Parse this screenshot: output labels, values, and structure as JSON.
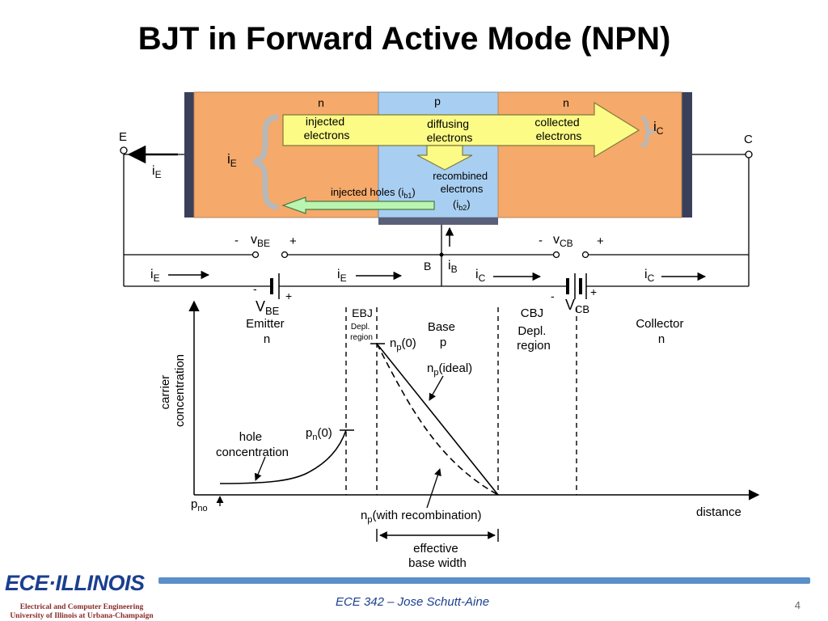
{
  "slide": {
    "title": "BJT in Forward Active Mode (NPN)",
    "footer_course": "ECE 342 – Jose Schutt-Aine",
    "page_number": "4"
  },
  "logo": {
    "main": "ECE·ILLINOIS",
    "line1": "Electrical and Computer Engineering",
    "line2": "University of Illinois at Urbana-Champaign"
  },
  "device": {
    "region_left": "n",
    "region_middle": "p",
    "region_right": "n",
    "injected_electrons_1": "injected",
    "injected_electrons_2": "electrons",
    "diffusing_1": "diffusing",
    "diffusing_2": "electrons",
    "collected_1": "collected",
    "collected_2": "electrons",
    "recombined_1": "recombined",
    "recombined_2": "electrons",
    "ib2_label": "(i",
    "ib2_sub": "b2",
    "ib2_close": ")",
    "injected_holes": "injected holes (i",
    "ib1_sub": "b1",
    "ib1_close": ")",
    "iE_main": "i",
    "iE_main_sub": "E",
    "iC_main": "i",
    "iC_main_sub": "C"
  },
  "circuit": {
    "emitter_terminal": "E",
    "collector_terminal": "C",
    "base_terminal": "B",
    "iE_left": "i",
    "iE_left_sub": "E",
    "minus": "-",
    "plus": "+",
    "vbe_v": "v",
    "vbe_sub": "BE",
    "vcb_v": "v",
    "vcb_sub": "CB",
    "iE_bottom_left": "i",
    "iE_bottom_left_sub": "E",
    "iE_bottom_mid": "i",
    "iE_bottom_mid_sub": "E",
    "iB": "i",
    "iB_sub": "B",
    "iC_bottom_mid": "i",
    "iC_bottom_mid_sub": "C",
    "iC_bottom_right": "i",
    "iC_bottom_right_sub": "C",
    "VBE_V": "V",
    "VBE_sub": "BE",
    "VCB_V": "V",
    "VCB_sub": "CB"
  },
  "plot": {
    "ylabel_1": "carrier",
    "ylabel_2": "concentration",
    "xlabel": "distance",
    "emitter_1": "Emitter",
    "emitter_2": "n",
    "ebj_1": "EBJ",
    "ebj_2": "Depl.",
    "ebj_3": "region",
    "base_1": "Base",
    "base_2": "p",
    "cbj_1": "CBJ",
    "cbj_2": "Depl.",
    "cbj_3": "region",
    "collector_1": "Collector",
    "collector_2": "n",
    "np0": "n",
    "np0_sub": "p",
    "np0_rest": "(0)",
    "np_ideal": "n",
    "np_ideal_sub": "p",
    "np_ideal_rest": "(ideal)",
    "hole_1": "hole",
    "hole_2": "concentration",
    "pn0": "p",
    "pn0_sub": "n",
    "pn0_rest": "(0)",
    "pno": "p",
    "pno_sub": "no",
    "np_recomb": "n",
    "np_recomb_sub": "p",
    "np_recomb_rest": "(with recombination)",
    "eff_1": "effective",
    "eff_2": "base width"
  },
  "colors": {
    "emitter_collector_fill": "#f5a96a",
    "base_fill": "#a8cff2",
    "arrow_fill": "#fbfb86",
    "holes_arrow_fill": "#b9f5b0",
    "footer_bar": "#5b8fc9",
    "logo_blue": "#1b3f8f",
    "logo_red": "#8a2a2a"
  }
}
